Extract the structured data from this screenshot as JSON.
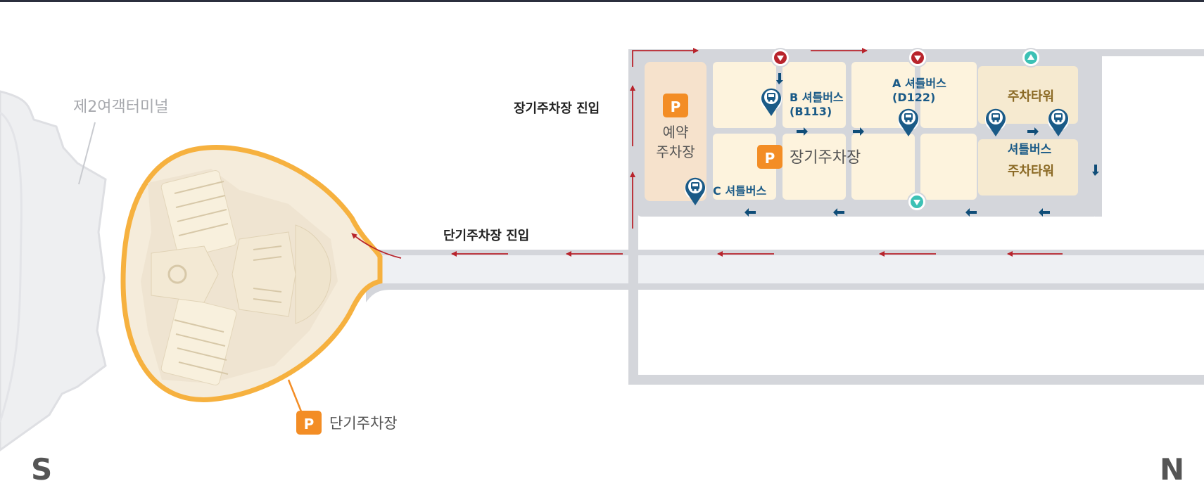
{
  "map": {
    "terminal_label": "제2여객터미널",
    "labels": {
      "long_term_entry": "장기주차장 진입",
      "short_term_entry": "단기주차장 진입",
      "reserved_parking_line1": "예약",
      "reserved_parking_line2": "주차장",
      "long_term_parking": "장기주차장",
      "short_term_parking": "단기주차장",
      "parking_tower_1": "주차타워",
      "shuttle_tower_line1": "셔틀버스",
      "shuttle_tower_line2": "주차타워",
      "shuttle_b_line1": "B 셔틀버스",
      "shuttle_b_line2": "(B113)",
      "shuttle_a_line1": "A 셔틀버스",
      "shuttle_a_line2": "(D122)",
      "shuttle_c": "C 셔틀버스",
      "parking_symbol": "P"
    },
    "compass": {
      "south": "S",
      "north": "N"
    },
    "colors": {
      "road": "#d4d6db",
      "terminal_fill": "#f5ecdb",
      "terminal_outline": "#f6b13f",
      "parking_badge": "#f38d25",
      "reserved_block": "#f6e2cc",
      "lot_block": "#fdf3dd",
      "tower_block": "#f6ead0",
      "direction_arrow_red": "#b8242c",
      "flow_arrow_blue": "#0f4d78",
      "shuttle_pin": "#1a5a87",
      "entry_marker_teal": "#3cc1b5"
    }
  }
}
